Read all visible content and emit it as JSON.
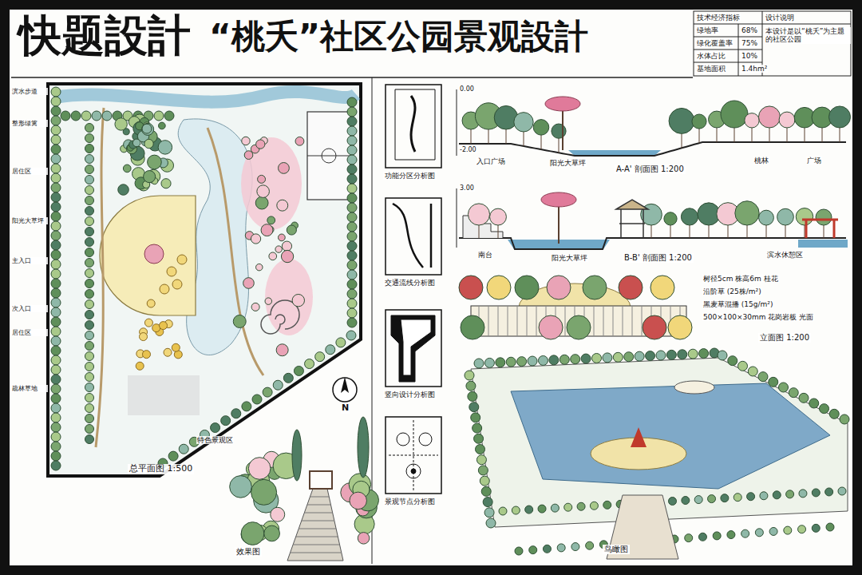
{
  "diagram": {
    "title": "“桃夭”社区公园景观設計",
    "nodes": [
      {
        "text": [
          "总平面图 1:500"
        ]
      },
      {
        "text": [
          "功能分区分析图"
        ]
      },
      {
        "text": [
          "交通流线分析图"
        ]
      },
      {
        "text": [
          "竖向设计分析图"
        ]
      },
      {
        "text": [
          "景观节点分析图"
        ]
      },
      {
        "text": [
          "A-A' 剖面图 1:200"
        ]
      },
      {
        "text": [
          "B-B' 剖面图 1:200"
        ]
      },
      {
        "text": [
          "立面图 1:200"
        ]
      },
      {
        "text": [
          "鸟瞰图"
        ]
      },
      {
        "text": [
          "效果图"
        ]
      }
    ],
    "labels": [
      "快题設計",
      "技术经济指标",
      "设计说明",
      "绿地率",
      "68%",
      "绿化覆盖率",
      "75%",
      "水体占比",
      "10%",
      "基地面积",
      "1.4hm²",
      "本设计是以“桃夭”为主题的社区公园",
      "滨水步道",
      "整形绿篱",
      "居住区",
      "阳光大草坪",
      "主入口",
      "次入口",
      "居住区",
      "疏林草地",
      "N",
      "特色景观区",
      "0.00",
      "-2.00",
      "入口广场",
      "阳光大草坪",
      "桃林",
      "广场",
      "3.00",
      "南台",
      "阳光大草坪",
      "滨水休憩区",
      "树径5cm 株高6m 桂花",
      "沿阶草 (25株/m²)",
      "黑麦草混播 (15g/m²)",
      "500×100×30mm 花岗岩板 光面"
    ]
  }
}
